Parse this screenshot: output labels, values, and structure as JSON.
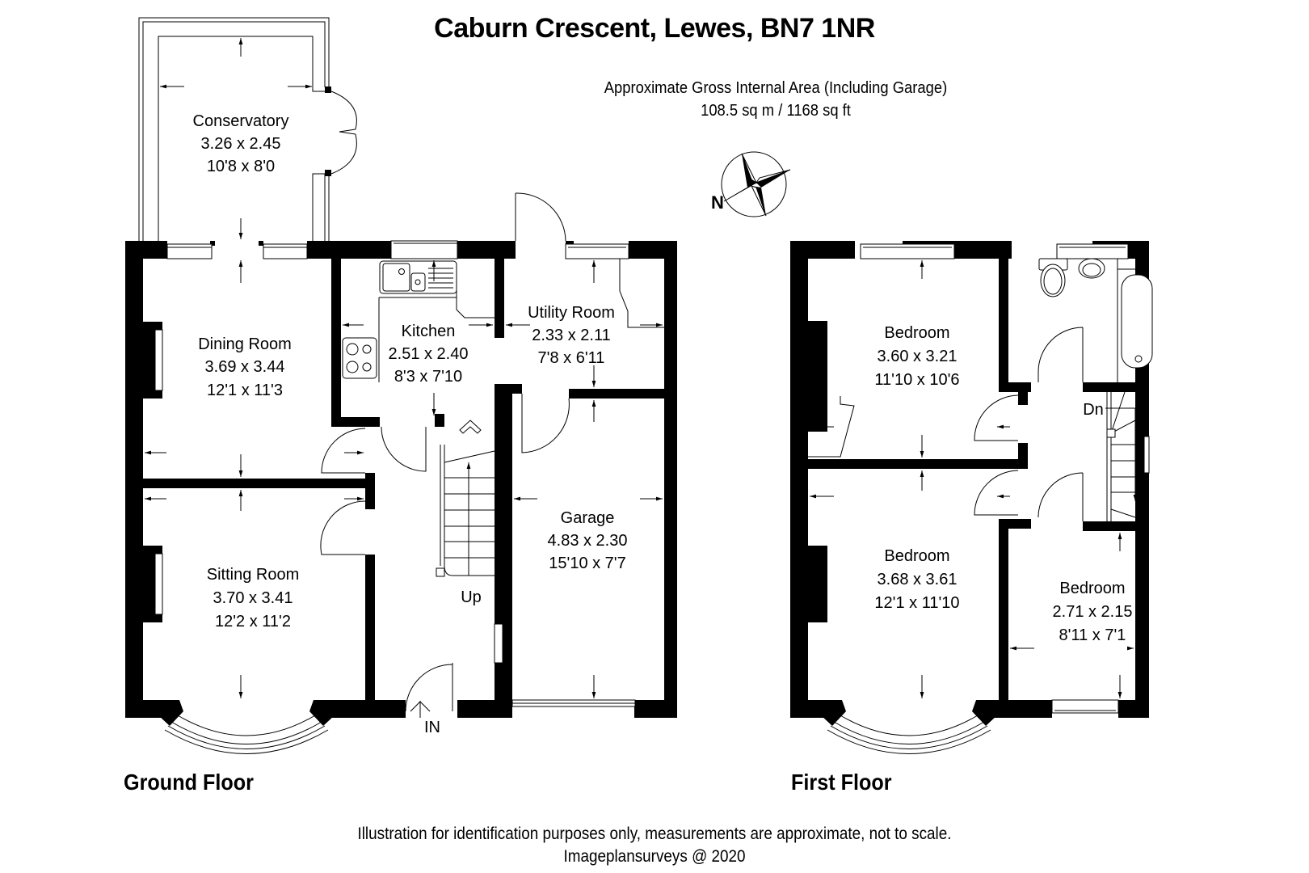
{
  "header": {
    "title": "Caburn Crescent, Lewes, BN7 1NR",
    "area_caption": "Approximate Gross Internal Area (Including Garage)",
    "area_value": "108.5 sq m / 1168 sq ft"
  },
  "compass": {
    "icon": "north-arrow-compass-rose-icon",
    "label": "N"
  },
  "ground_floor": {
    "label": "Ground Floor",
    "rooms": [
      {
        "name": "Conservatory",
        "metric": "3.26 x 2.45",
        "imperial": "10'8 x 8'0"
      },
      {
        "name": "Dining Room",
        "metric": "3.69 x 3.44",
        "imperial": "12'1 x 11'3"
      },
      {
        "name": "Kitchen",
        "metric": "2.51 x 2.40",
        "imperial": "8'3 x 7'10"
      },
      {
        "name": "Utility Room",
        "metric": "2.33 x 2.11",
        "imperial": "7'8 x 6'11"
      },
      {
        "name": "Garage",
        "metric": "4.83 x 2.30",
        "imperial": "15'10 x 7'7"
      },
      {
        "name": "Sitting Room",
        "metric": "3.70 x 3.41",
        "imperial": "12'2 x 11'2"
      }
    ],
    "stairs_label": "Up",
    "entrance_label": "IN"
  },
  "first_floor": {
    "label": "First Floor",
    "rooms": [
      {
        "name": "Bedroom",
        "metric": "3.60 x 3.21",
        "imperial": "11'10 x 10'6"
      },
      {
        "name": "Bedroom",
        "metric": "3.68 x 3.61",
        "imperial": "12'1 x 11'10"
      },
      {
        "name": "Bedroom",
        "metric": "2.71 x 2.15",
        "imperial": "8'11 x 7'1"
      }
    ],
    "stairs_label": "Dn"
  },
  "footer": {
    "disclaimer": "Illustration for identification purposes only, measurements are approximate, not to scale.",
    "credit": "Imageplansurveys @ 2020"
  }
}
